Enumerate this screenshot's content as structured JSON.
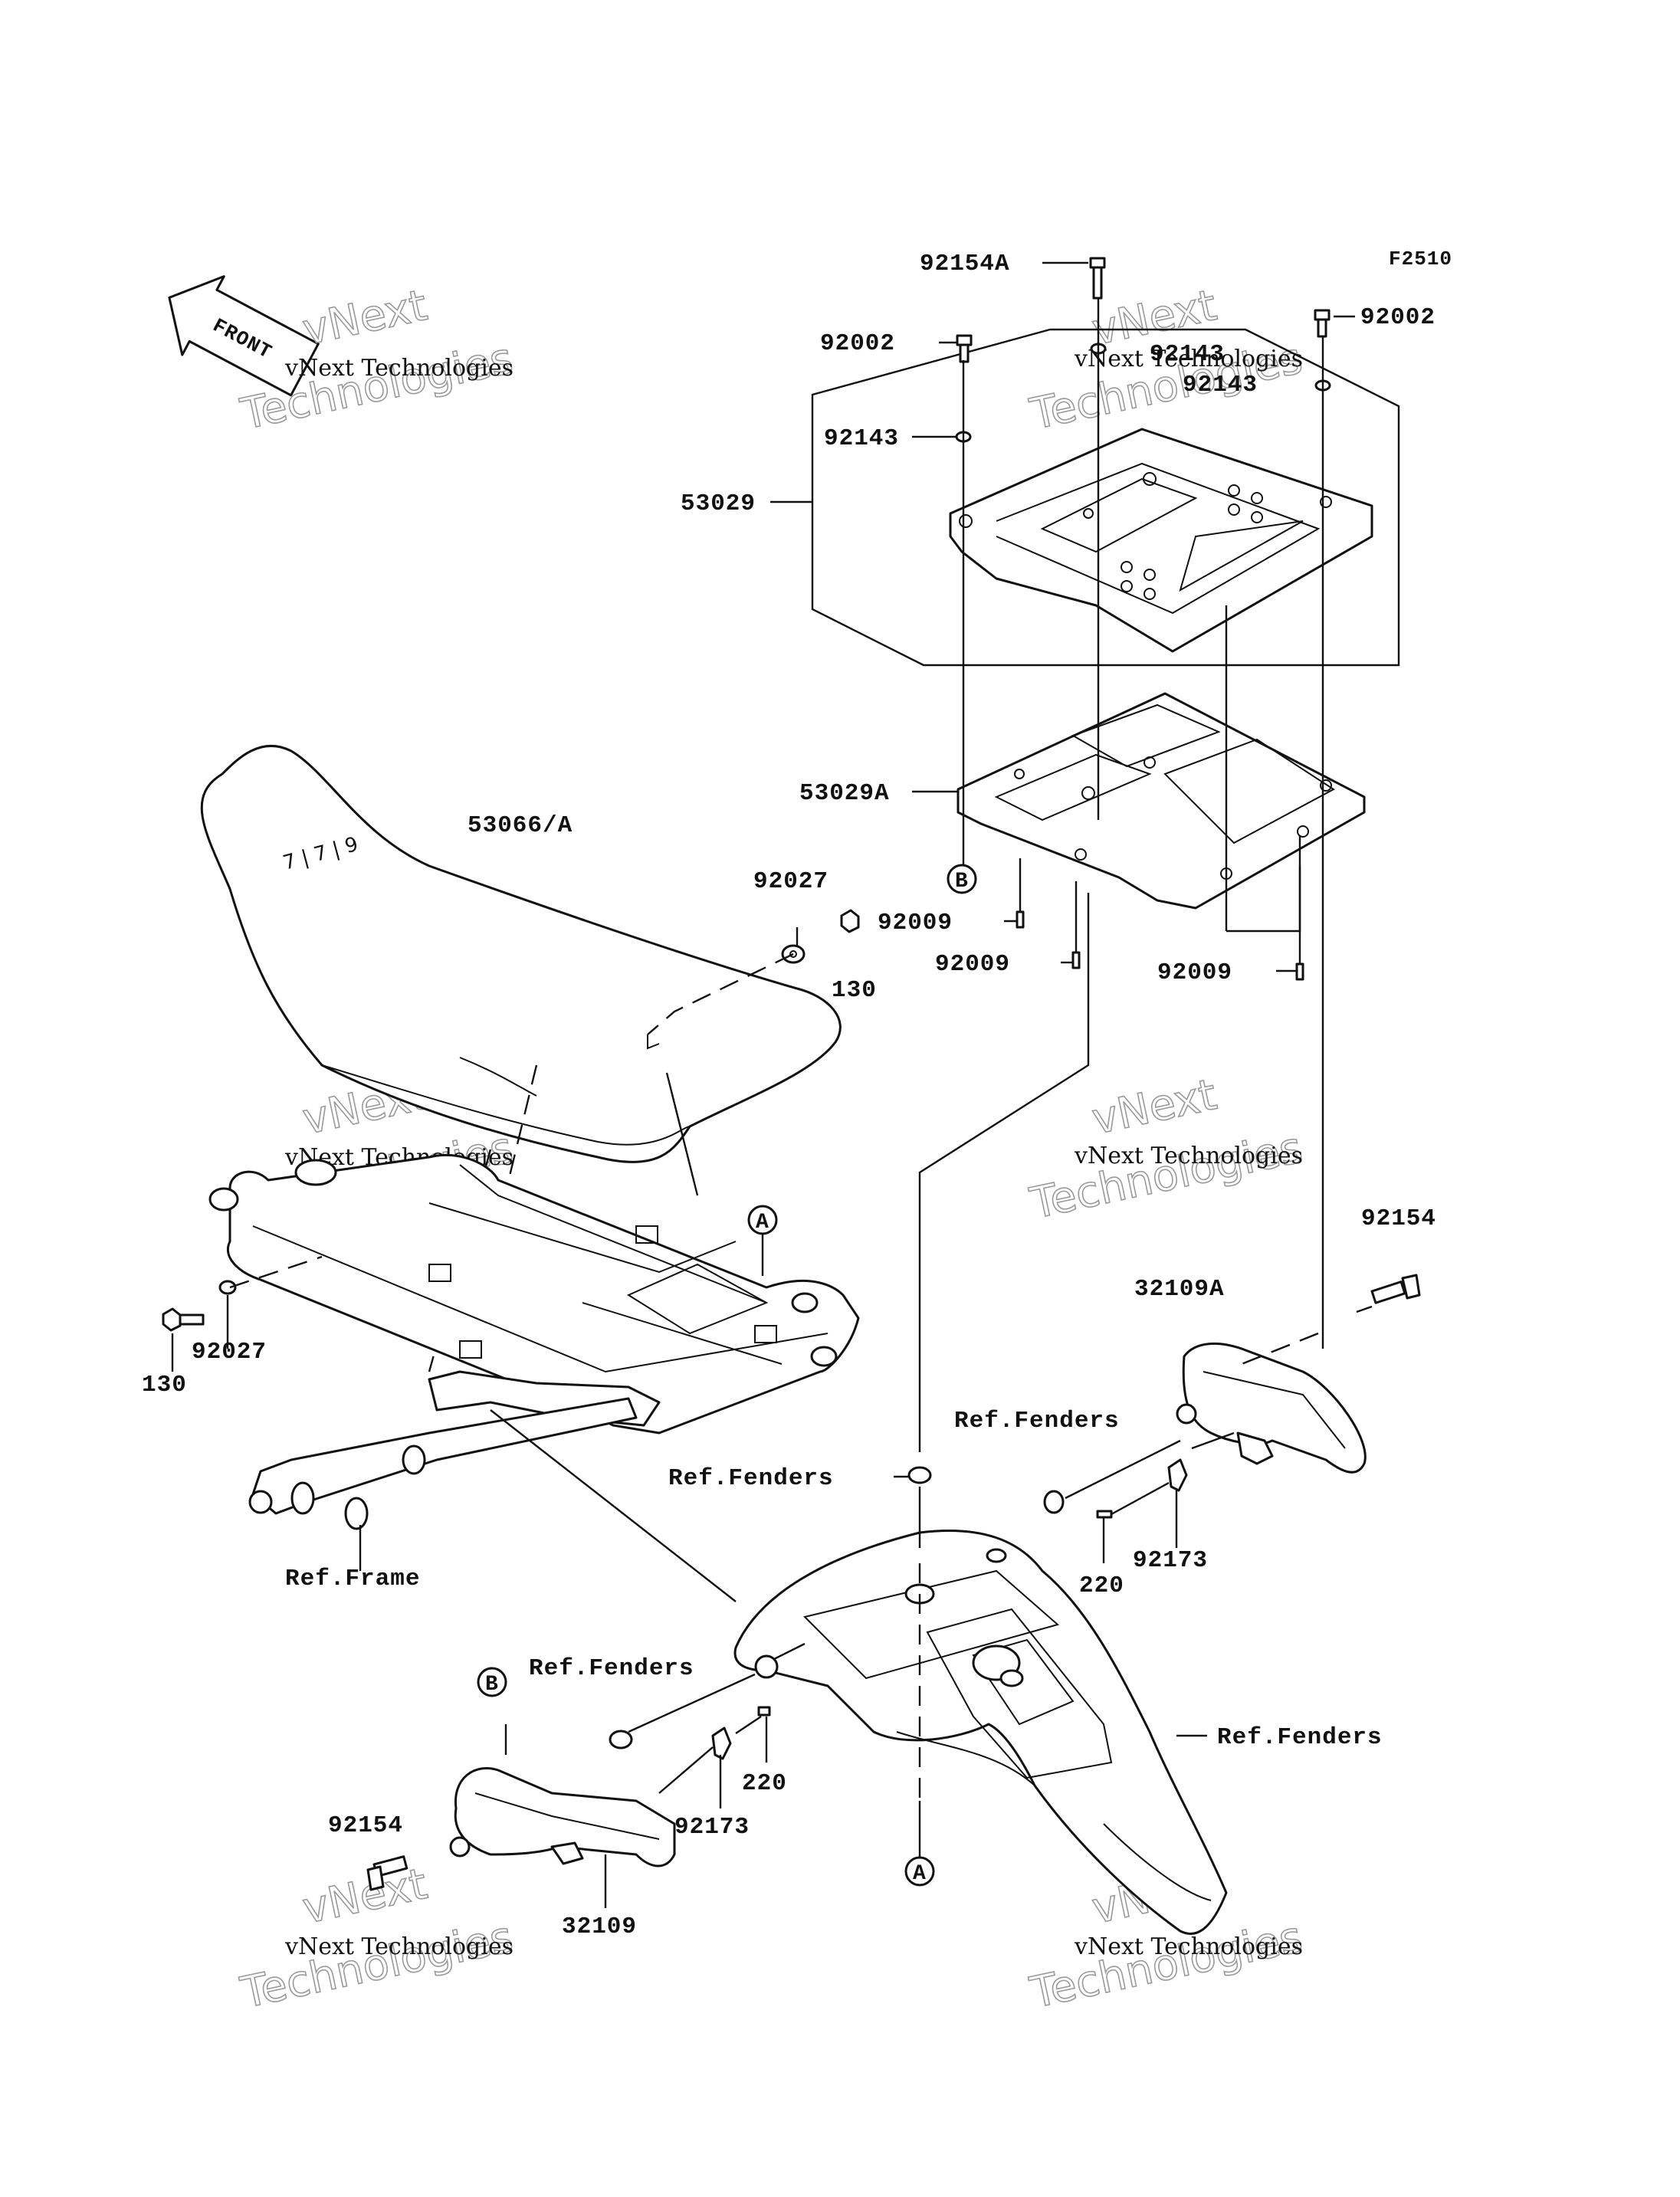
{
  "figure_code": "F2510",
  "front_label": "FRONT",
  "watermark": {
    "line1": "vNext",
    "line2": "Technologies",
    "caption": "vNext Technologies"
  },
  "refs": {
    "a": "A",
    "b": "B"
  },
  "labels": {
    "p92154A": "92154A",
    "p92002_left": "92002",
    "p92002_right": "92002",
    "p92143_center": "92143",
    "p92143_right": "92143",
    "p92143_left": "92143",
    "p53029": "53029",
    "p53029A": "53029A",
    "p53066": "53066/A",
    "p92027_top": "92027",
    "p130_top": "130",
    "p92009_a": "92009",
    "p92009_b": "92009",
    "p92009_c": "92009",
    "p92154_right": "92154",
    "p32109A": "32109A",
    "p130_left": "130",
    "p92027_left": "92027",
    "ref_fenders_1": "Ref.Fenders",
    "ref_fenders_2": "Ref.Fenders",
    "ref_fenders_3": "Ref.Fenders",
    "ref_fenders_4": "Ref.Fenders",
    "ref_frame": "Ref.Frame",
    "p220_right": "220",
    "p92173_right": "92173",
    "p220_left": "220",
    "p92173_left": "92173",
    "p92154_left": "92154",
    "p32109": "32109"
  }
}
